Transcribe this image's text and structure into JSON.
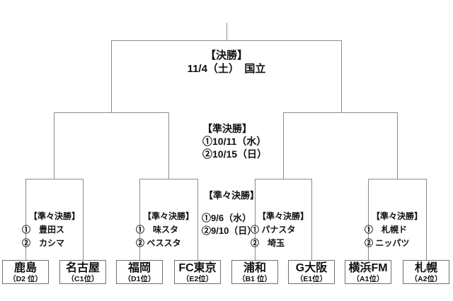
{
  "bracket": {
    "final": {
      "heading": "【決勝】",
      "schedule": "11/4（土）　国立"
    },
    "semifinal": {
      "heading": "【準決勝】",
      "leg1": "①10/11（水）",
      "leg2": "②10/15（日）"
    },
    "quarterfinal": {
      "heading": "【準々決勝】",
      "leg1": "①9/6（水）",
      "leg2": "②9/10（日）",
      "ties": [
        {
          "heading": "【準々決勝】",
          "venue1": "①　豊田ス",
          "venue2": "②　カシマ"
        },
        {
          "heading": "【準々決勝】",
          "venue1": "①　味スタ",
          "venue2": "② ベススタ"
        },
        {
          "heading": "【準々決勝】",
          "venue1": "① パナスタ",
          "venue2": "②　埼玉"
        },
        {
          "heading": "【準々決勝】",
          "venue1": "①　札幌ド",
          "venue2": "② ニッパツ"
        }
      ]
    },
    "teams": [
      {
        "name": "鹿島",
        "seed": "（D2 位）"
      },
      {
        "name": "名古屋",
        "seed": "（C1位）"
      },
      {
        "name": "福岡",
        "seed": "（D1位）"
      },
      {
        "name": "FC東京",
        "seed": "（E2位）"
      },
      {
        "name": "浦和",
        "seed": "（B1 位）"
      },
      {
        "name": "G大阪",
        "seed": "（E1位）"
      },
      {
        "name": "横浜FM",
        "seed": "（A1位）"
      },
      {
        "name": "札幌",
        "seed": "（A2位）"
      }
    ],
    "line_color": "#8a8a8a"
  }
}
